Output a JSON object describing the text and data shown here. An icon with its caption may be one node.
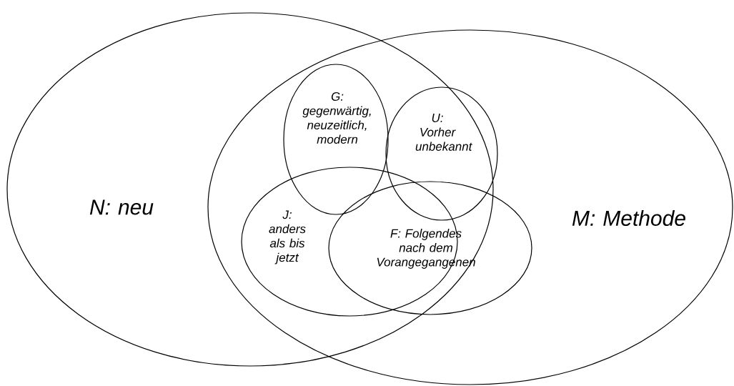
{
  "diagram": {
    "nodes": [
      {
        "text": [
          "N: neu"
        ]
      },
      {
        "text": [
          "M: Methode"
        ]
      },
      {
        "text": [
          "G: gegenwärtig, neuzeitlich, modern"
        ]
      },
      {
        "text": [
          "U: Vorher unbekannt"
        ]
      },
      {
        "text": [
          "J: anders als bis jetzt"
        ]
      },
      {
        "text": [
          "F: Folgendes nach dem Vorangegangenen"
        ],
        "in": 1
      }
    ]
  }
}
